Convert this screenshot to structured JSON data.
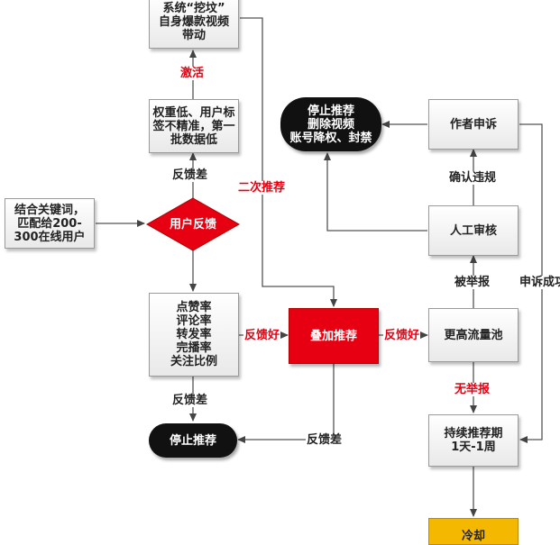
{
  "nodes": {
    "system_dig": "系统“挖坟”\n自身爆款视频\n带动",
    "low_weight": "权重低、用户标\n签不精准，第一\n批数据低",
    "keywords": "结合关键词，\n匹配给200-\n300在线用户",
    "user_feedback": "用户反馈",
    "metrics": "点赞率\n评论率\n转发率\n完播率\n关注比例",
    "stop_bottom": "停止推荐",
    "boost": "叠加推荐",
    "bigger_pool": "更高流量池",
    "sustain": "持续推荐期\n1天-1周",
    "cooldown": "冷却",
    "manual_review": "人工审核",
    "author_appeal": "作者申诉",
    "stop_top": "停止推荐\n删除视频\n账号降权、封禁"
  },
  "labels": {
    "activate": "激活",
    "feedback_bad_1": "反馈差",
    "feedback_bad_2": "反馈差",
    "feedback_bad_3": "反馈差",
    "feedback_good_1": "反馈好",
    "feedback_good_2": "反馈好",
    "second_push": "二次推荐",
    "reported": "被举报",
    "no_report": "无举报",
    "confirm_violation": "确认违规",
    "appeal_success": "申诉成功"
  },
  "colors": {
    "accent_red": "#e60012",
    "pill_black": "#111111",
    "cool_yellow": "#f5b800"
  }
}
